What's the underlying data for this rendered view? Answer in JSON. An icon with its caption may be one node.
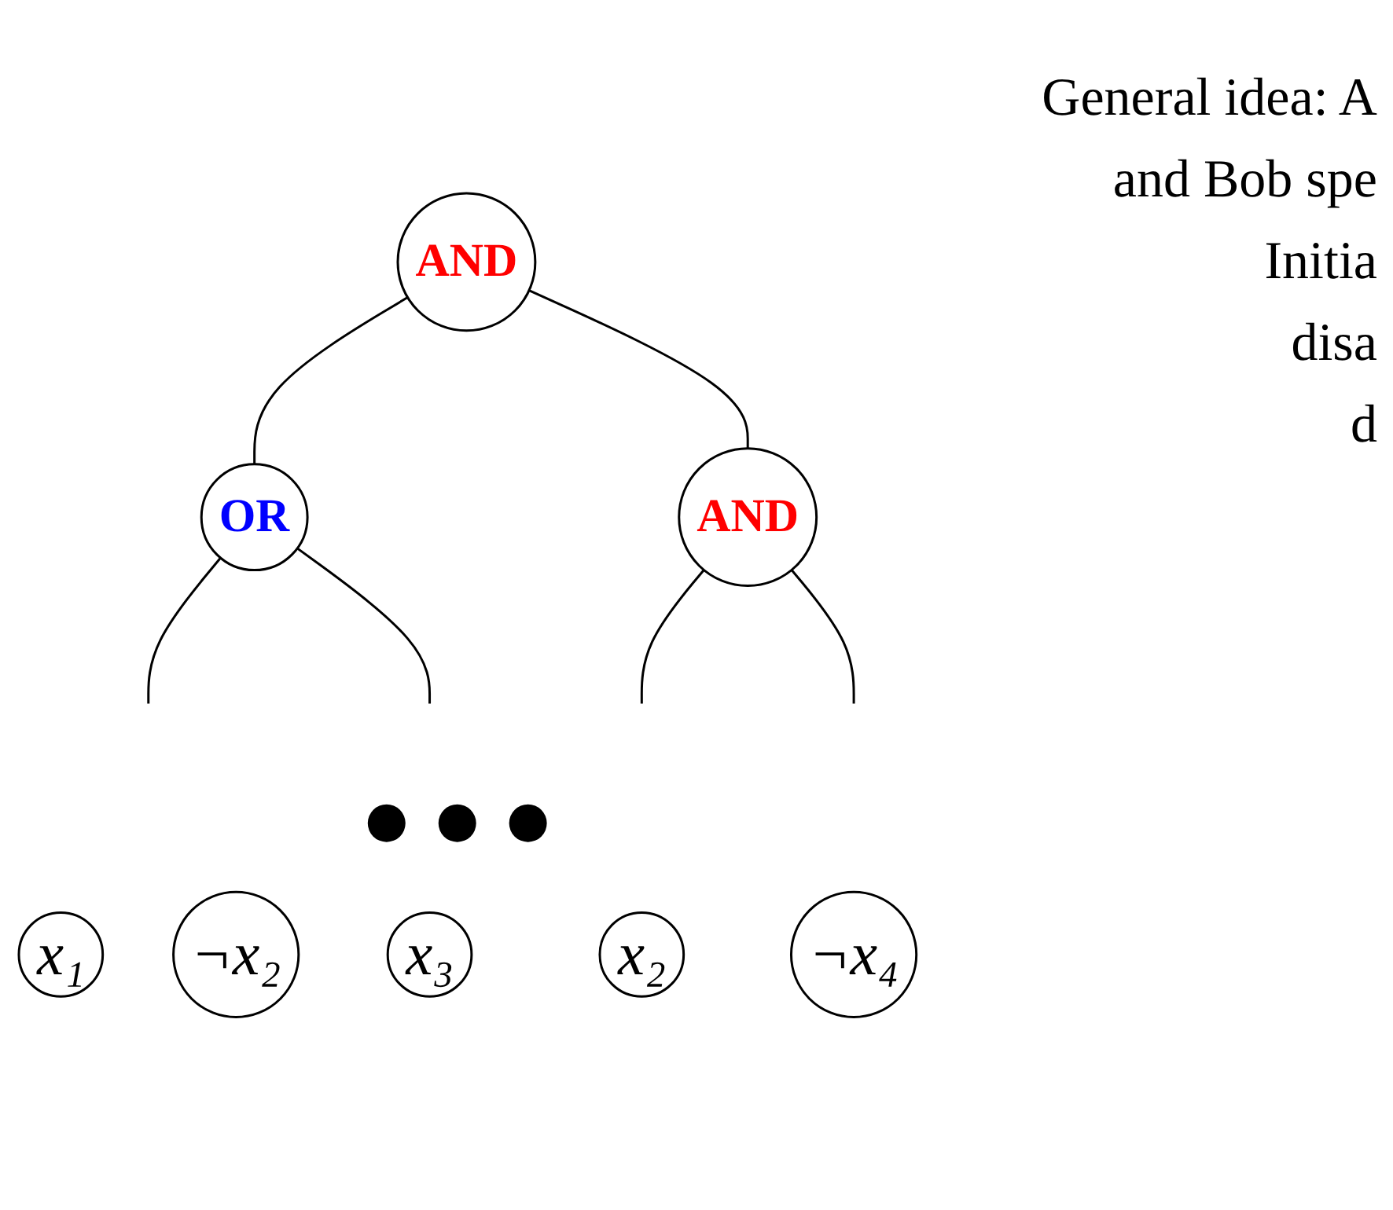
{
  "diagram": {
    "nodes": [
      {
        "text": [
          "AND"
        ]
      },
      {
        "text": [
          "OR"
        ]
      },
      {
        "text": [
          "AND"
        ]
      },
      {
        "text": [
          "x₁"
        ]
      },
      {
        "text": [
          "¬x₂"
        ]
      },
      {
        "text": [
          "x₃"
        ]
      },
      {
        "text": [
          "x₂"
        ]
      },
      {
        "text": [
          "¬x₄"
        ]
      }
    ],
    "edges": [
      {
        "from": 0,
        "to": 1,
        "arrow": "none"
      },
      {
        "from": 0,
        "to": 2,
        "arrow": "none"
      },
      {
        "from": 1,
        "to": null,
        "arrow": "none"
      },
      {
        "from": 1,
        "to": null,
        "arrow": "none"
      },
      {
        "from": 2,
        "to": null,
        "arrow": "none"
      },
      {
        "from": 2,
        "to": null,
        "arrow": "none"
      }
    ],
    "labels": [
      "General idea: A",
      "and Bob spe",
      "Initia",
      "disa",
      "d"
    ]
  }
}
